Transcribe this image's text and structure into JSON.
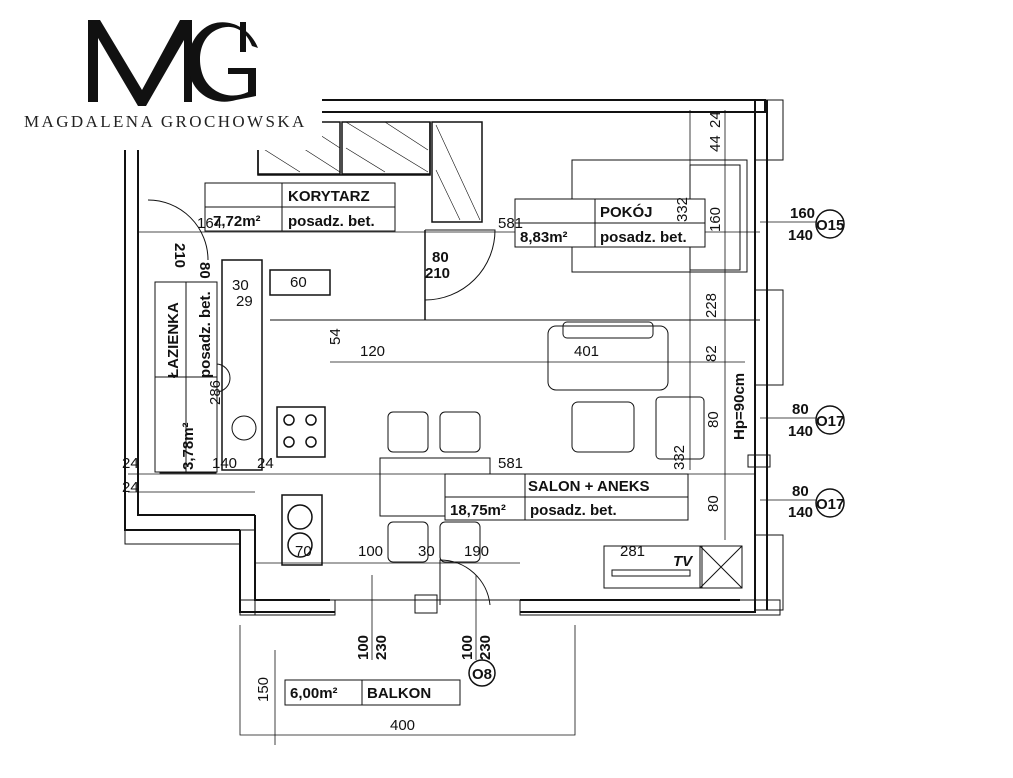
{
  "brand": {
    "monogram": "MG",
    "name": "MAGDALENA GROCHOWSKA"
  },
  "rooms": {
    "korytarz": {
      "name": "KORYTARZ",
      "area": "7,72m²",
      "floor": "posadz. bet."
    },
    "pokoj": {
      "name": "POKÓJ",
      "area": "8,83m²",
      "floor": "posadz. bet."
    },
    "lazienka": {
      "name": "ŁAZIENKA",
      "area": "3,78m²",
      "floor": "posadz. bet."
    },
    "salon": {
      "name": "SALON + ANEKS",
      "area": "18,75m²",
      "floor": "posadz. bet."
    },
    "balkon": {
      "name": "BALKON",
      "area": "6,00m²"
    }
  },
  "windows": {
    "o15": {
      "id": "O15",
      "top": "160",
      "bottom": "140"
    },
    "o17a": {
      "id": "O17",
      "top": "80",
      "bottom": "140"
    },
    "o17b": {
      "id": "O17",
      "top": "80",
      "bottom": "140"
    },
    "o8": {
      "id": "O8"
    }
  },
  "doors": {
    "entry": {
      "top": "80",
      "bottom": "210"
    },
    "bath": {
      "top": "80",
      "bottom": "210"
    },
    "balcony_left": {
      "top": "100",
      "bottom": "230"
    },
    "balcony_right": {
      "top": "100",
      "bottom": "230"
    }
  },
  "dims": {
    "d164": "164",
    "d581a": "581",
    "d332a": "332",
    "d160": "160",
    "d24a": "24",
    "d44": "44",
    "d60": "60",
    "d30a": "30",
    "d29": "29",
    "d54": "54",
    "d120": "120",
    "d401": "401",
    "d82": "82",
    "d228": "228",
    "d286": "286",
    "d140": "140",
    "d24b": "24",
    "d24c": "24",
    "d24d": "24",
    "d80a": "80",
    "d332b": "332",
    "d581b": "581",
    "d80b": "80",
    "d70": "70",
    "d100": "100",
    "d30b": "30",
    "d190": "190",
    "d281": "281",
    "d150": "150",
    "d400": "400"
  },
  "labels": {
    "hp": "Hp=90cm",
    "tv": "TV"
  }
}
